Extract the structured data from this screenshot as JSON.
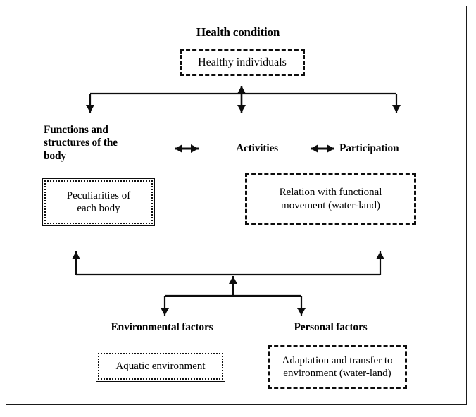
{
  "diagram": {
    "title_top": "Health condition",
    "nodes": {
      "health_condition_box": "Healthy individuals",
      "body_functions_label": "Functions and\nstructures of the\nbody",
      "activities_label": "Activities",
      "participation_label": "Participation",
      "body_functions_box": "Peculiarities of\neach body",
      "activities_box": "Relation with functional\nmovement (water-land)",
      "environmental_label": "Environmental factors",
      "personal_label": "Personal factors",
      "environmental_box": "Aquatic environment",
      "personal_box": "Adaptation and transfer to\nenvironment (water-land)"
    },
    "colors": {
      "stroke": "#0d0d0d",
      "frame": "#1a1a1a",
      "background": "#ffffff",
      "text": "#000000"
    },
    "connectors": [
      {
        "name": "health-to-domains-bus",
        "type": "bus-down",
        "heads": 3
      },
      {
        "name": "health-bidirectional-stem",
        "type": "double-arrow-vertical"
      },
      {
        "name": "body-activities-link",
        "type": "double-arrow-horizontal"
      },
      {
        "name": "activities-participation-link",
        "type": "double-arrow-horizontal"
      },
      {
        "name": "factors-up-bus",
        "type": "bus-up",
        "heads": 2
      },
      {
        "name": "factors-down-bus",
        "type": "bus-down",
        "heads": 2
      },
      {
        "name": "factors-center-stem",
        "type": "arrow-up"
      }
    ]
  }
}
